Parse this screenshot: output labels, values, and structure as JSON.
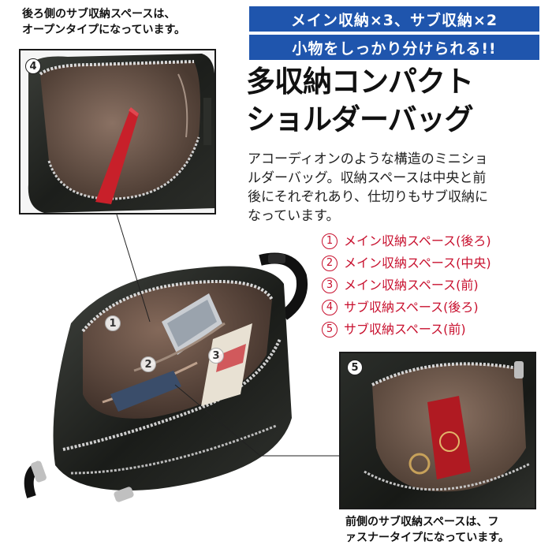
{
  "caption_top": {
    "line1": "後ろ側のサブ収納スペースは、",
    "line2": "オープンタイプになっています。"
  },
  "headline": {
    "bar1": "メイン収納×3、サブ収納×2",
    "bar2": "小物をしっかり分けられる!!",
    "title_line1": "多収納コンパクト",
    "title_line2": "ショルダーバッグ"
  },
  "description": [
    "アコーディオンのような構造のミニショ",
    "ルダーバッグ。収納スペースは中央と前",
    "後にそれぞれあり、仕切りもサブ収納に",
    "なっています。"
  ],
  "legend": [
    {
      "num": "1",
      "label": "メイン収納スペース(後ろ)"
    },
    {
      "num": "2",
      "label": "メイン収納スペース(中央)"
    },
    {
      "num": "3",
      "label": "メイン収納スペース(前)"
    },
    {
      "num": "4",
      "label": "サブ収納スペース(後ろ)"
    },
    {
      "num": "5",
      "label": "サブ収納スペース(前)"
    }
  ],
  "photo_badges": {
    "top_left": "4",
    "bottom_right": "5",
    "main_1": "1",
    "main_2": "2",
    "main_3": "3"
  },
  "caption_bottom": {
    "line1": "前側のサブ収納スペースは、フ",
    "line2": "ァスナータイプになっています。"
  },
  "colors": {
    "accent_blue": "#1f55ad",
    "legend_red": "#c8102e",
    "bag_dark": "#1d1f1c",
    "lining_brown": "#6b5547"
  }
}
